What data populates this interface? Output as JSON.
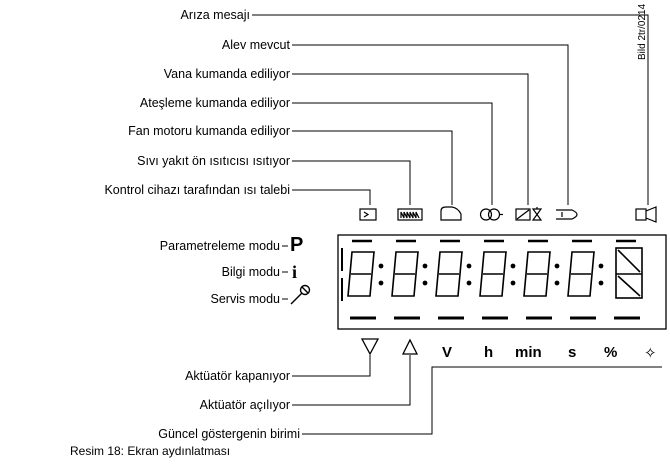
{
  "labels": {
    "fault_message": "Arıza mesajı",
    "flame_present": "Alev mevcut",
    "valve_controlled": "Vana kumanda ediliyor",
    "ignition_controlled": "Ateşleme kumanda ediliyor",
    "fan_motor_controlled": "Fan motoru kumanda ediliyor",
    "oil_preheater_heating": "Sıvı yakıt ön ısıtıcısı ısıtıyor",
    "heat_request": "Kontrol cihazı tarafından ısı talebi",
    "parameter_mode": "Parametreleme modu",
    "info_mode": "Bilgi modu",
    "service_mode": "Servis modu",
    "actuator_closing": "Aktüatör kapanıyor",
    "actuator_opening": "Aktüatör açılıyor",
    "current_display_unit": "Güncel göstergenin birimi"
  },
  "mode_symbols": {
    "parameter": "P",
    "info": "i"
  },
  "units": [
    "V",
    "h",
    "min",
    "s",
    "%",
    "✧"
  ],
  "caption": "Resim 18: Ekran aydınlatması",
  "side_id": "Bild 2tr/0214",
  "colors": {
    "line": "#000000",
    "segment": "#000000"
  }
}
